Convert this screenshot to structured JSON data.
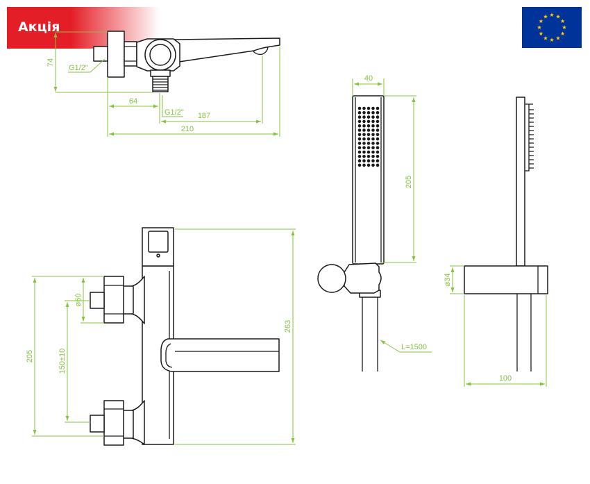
{
  "promo_badge": {
    "label": "Акція"
  },
  "eu_flag": {
    "icon": "eu-flag-icon"
  },
  "colors": {
    "badge": "#e41e26",
    "flag_blue": "#003399",
    "flag_star": "#ffcc00",
    "outline": "#1a1a1a",
    "dimension": "#86c240"
  },
  "side_view": {
    "wall_height": "74",
    "inlet_thread": "G1/2\"",
    "inlet_offset": "64",
    "outlet_thread": "G1/2\"",
    "spout_reach": "187",
    "overall_depth": "210"
  },
  "hand_shower_front": {
    "head_width": "40",
    "head_length": "205",
    "hose_length": "L=1500"
  },
  "hand_shower_side": {
    "holder_diameter": "ø34",
    "holder_depth": "100"
  },
  "front_view": {
    "overall_height": "263",
    "height": "205",
    "handle_diameter": "ø60",
    "inlet_spacing": "150±10"
  }
}
